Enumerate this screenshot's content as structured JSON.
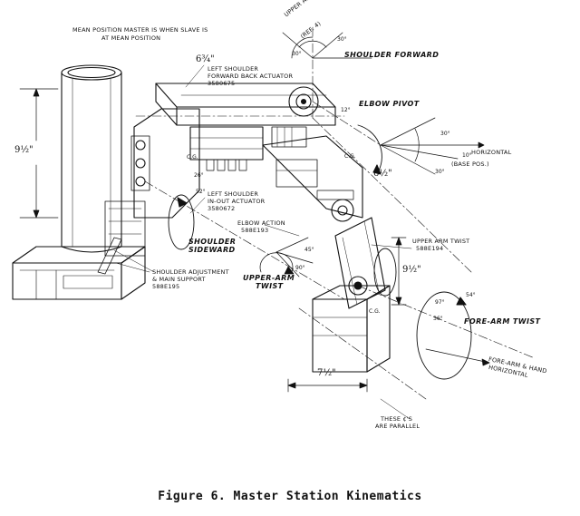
{
  "figure": {
    "caption": "Figure 6.  Master Station Kinematics",
    "labels": {
      "mean_position_line1": "MEAN POSITION MASTER IS WHEN SLAVE IS",
      "mean_position_line2": "AT MEAN POSITION",
      "upper_arm_vertical": "UPPER ARM VERTICAL",
      "ref_note": "(REF. 4)",
      "shoulder_forward": "SHOULDER FORWARD",
      "left_shoulder_fb_1": "LEFT SHOULDER",
      "left_shoulder_fb_2": "FORWARD BACK ACTUATOR",
      "left_shoulder_fb_3": "3580675",
      "elbow_pivot": "ELBOW PIVOT",
      "horizontal": "HORIZONTAL",
      "base_pos": "(BASE POS.)",
      "left_shoulder_io_1": "LEFT SHOULDER",
      "left_shoulder_io_2": "IN-OUT ACTUATOR",
      "left_shoulder_io_3": "3580672",
      "shoulder_sideward_1": "SHOULDER",
      "shoulder_sideward_2": "SIDEWARD",
      "elbow_action_1": "ELBOW ACTION",
      "elbow_action_2": "588E193",
      "upper_arm_twist_pn_1": "UPPER ARM TWIST",
      "upper_arm_twist_pn_2": "588E194",
      "upper_arm_twist_1": "UPPER-ARM",
      "upper_arm_twist_2": "TWIST",
      "shoulder_adj_1": "SHOULDER ADJUSTMENT",
      "shoulder_adj_2": "& MAIN SUPPORT",
      "shoulder_adj_3": "588E195",
      "fore_arm_twist": "FORE-ARM TWIST",
      "fore_arm_hand_1": "FORE-ARM & HAND",
      "fore_arm_hand_2": "HORIZONTAL",
      "cl_parallel_1": "THESE ¢'S",
      "cl_parallel_2": "ARE PARALLEL"
    },
    "dimensions": {
      "column_height": "9½\"",
      "shoulder_offset": "6¾\"",
      "elbow_offset": "6½\"",
      "forearm_offset": "9½\"",
      "lower_width": "7½\""
    },
    "angles": {
      "a30_top": "30°",
      "a30_top2": "30°",
      "a12": "12°",
      "a30_elbow": "30°",
      "a30_elbow2": "30°",
      "a10": "10°",
      "a45": "45°",
      "a90": "90°",
      "a97": "97°",
      "a36": "36°",
      "a54": "54°",
      "a26": "26°",
      "a52": "52°"
    }
  }
}
